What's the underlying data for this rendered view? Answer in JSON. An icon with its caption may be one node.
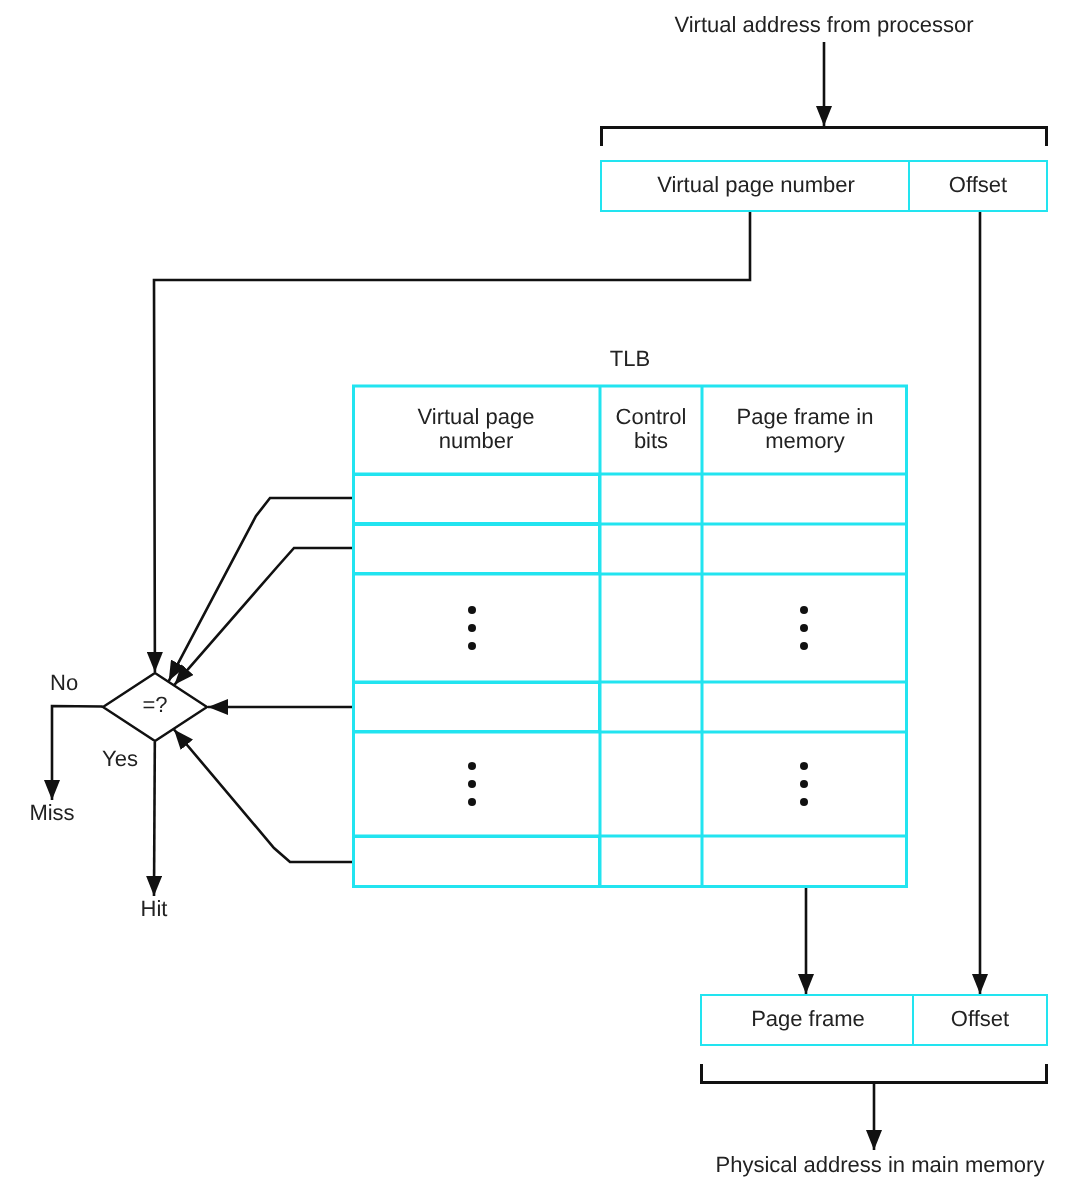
{
  "diagram": {
    "nodes": [
      {
        "text": [
          "Virtual address from processor"
        ]
      },
      {
        "text": [],
        "shape": "bracket"
      },
      {
        "text": [
          "Virtual page number"
        ]
      },
      {
        "text": [
          "Offset"
        ]
      },
      {
        "text": [
          "TLB"
        ]
      },
      {
        "text": [
          "Virtual page number"
        ],
        "in": 4
      },
      {
        "text": [
          "Control bits"
        ],
        "in": 4
      },
      {
        "text": [
          "Page frame in memory"
        ],
        "in": 4
      },
      {
        "text": [],
        "shape": "box",
        "in": 4
      },
      {
        "text": [],
        "shape": "box",
        "in": 4
      },
      {
        "text": [],
        "shape": "box",
        "in": 4
      },
      {
        "text": [],
        "shape": "box",
        "in": 4
      },
      {
        "text": [
          "=?"
        ]
      },
      {
        "text": [
          "Miss"
        ]
      },
      {
        "text": [
          "Hit"
        ]
      },
      {
        "text": [
          "Page frame"
        ]
      },
      {
        "text": [
          "Offset"
        ]
      },
      {
        "text": [],
        "shape": "bracket"
      },
      {
        "text": [
          "Physical address in main memory"
        ]
      }
    ],
    "edges": [
      {
        "from": 0,
        "to": 1,
        "arrow": "to"
      },
      {
        "from": 2,
        "to": 12,
        "arrow": "to"
      },
      {
        "from": 3,
        "to": 16,
        "arrow": "to"
      },
      {
        "from": 8,
        "to": 12,
        "arrow": "to"
      },
      {
        "from": 9,
        "to": 12,
        "arrow": "to"
      },
      {
        "from": 10,
        "to": 12,
        "arrow": "to"
      },
      {
        "from": 11,
        "to": 12,
        "arrow": "to"
      },
      {
        "from": 12,
        "to": 13,
        "arrow": "to",
        "label": "No"
      },
      {
        "from": 12,
        "to": 14,
        "arrow": "to",
        "label": "Yes"
      },
      {
        "from": 4,
        "to": 15,
        "arrow": "to"
      },
      {
        "from": 17,
        "to": 18,
        "arrow": "to"
      }
    ]
  }
}
